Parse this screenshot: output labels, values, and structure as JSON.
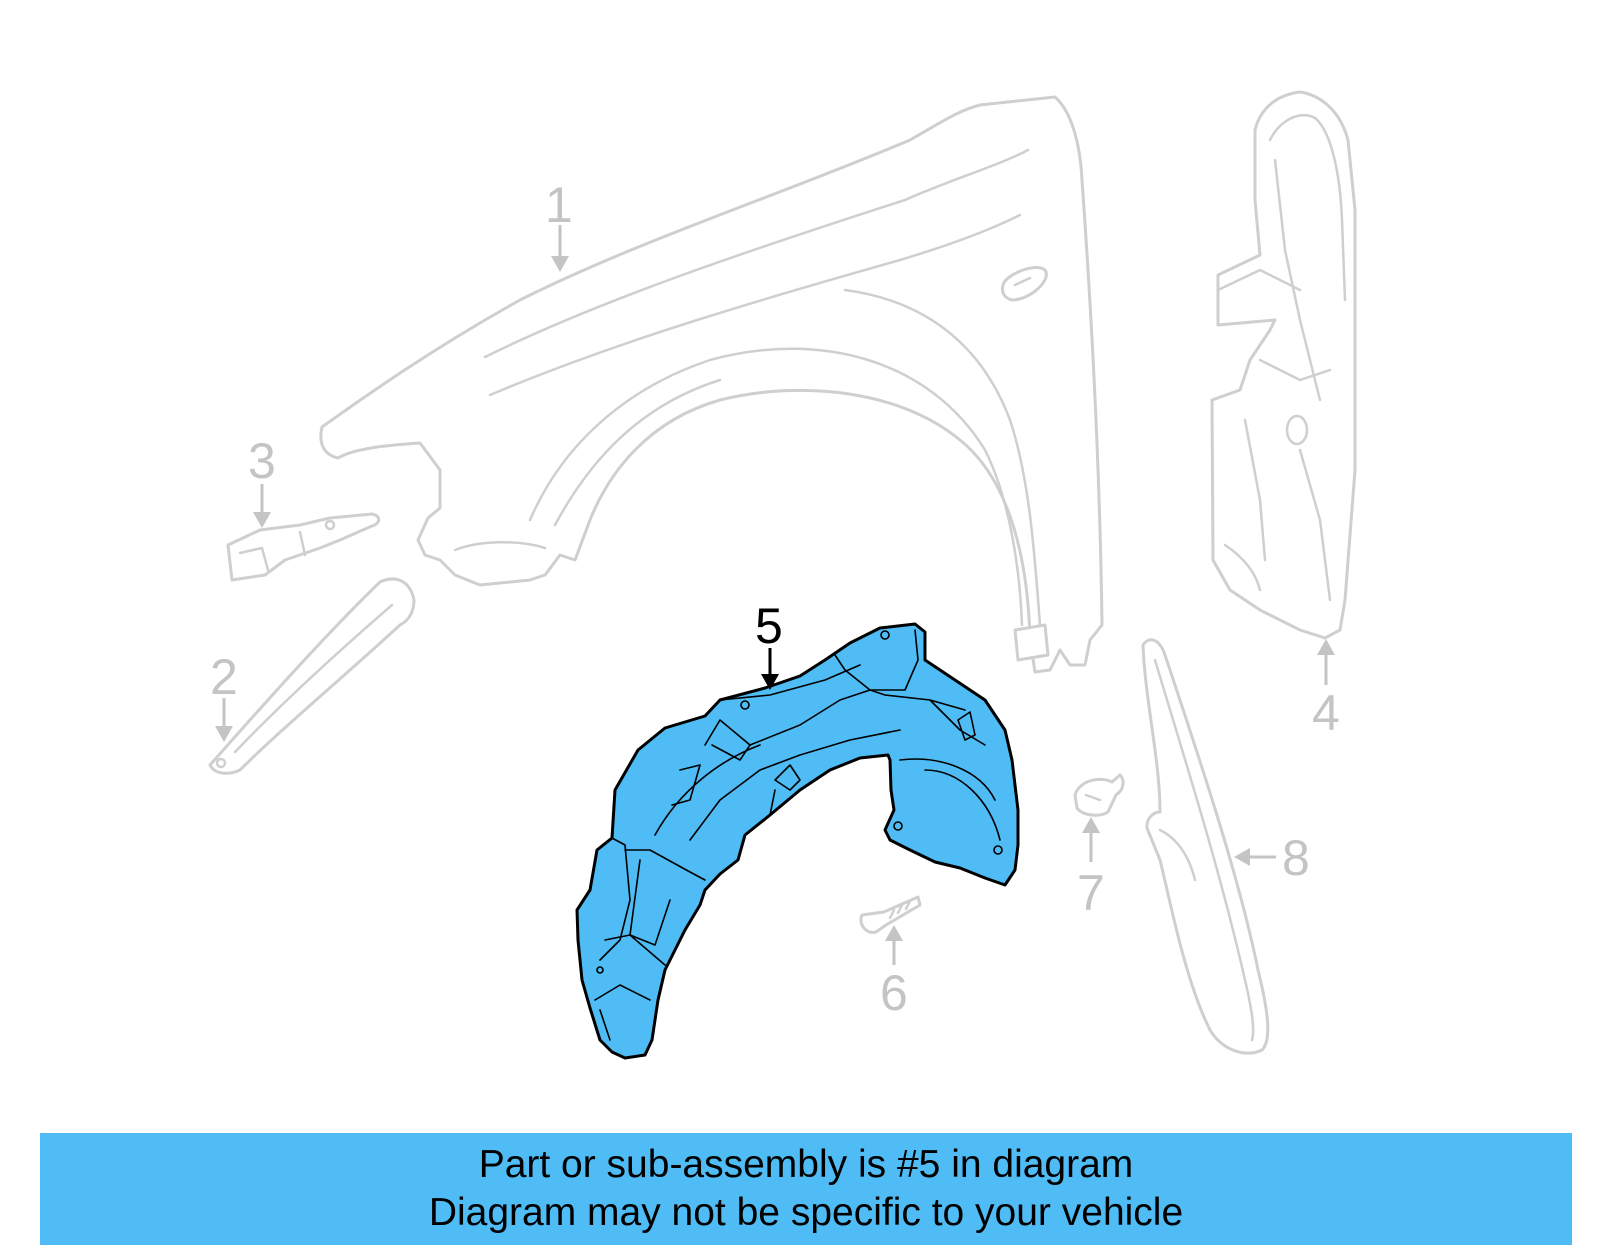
{
  "diagram": {
    "highlight_color": "#4fbcf5",
    "ghost_color": "#cfcfcf",
    "callouts": [
      {
        "id": "1",
        "label": "1",
        "highlighted": false
      },
      {
        "id": "2",
        "label": "2",
        "highlighted": false
      },
      {
        "id": "3",
        "label": "3",
        "highlighted": false
      },
      {
        "id": "4",
        "label": "4",
        "highlighted": false
      },
      {
        "id": "5",
        "label": "5",
        "highlighted": true
      },
      {
        "id": "6",
        "label": "6",
        "highlighted": false
      },
      {
        "id": "7",
        "label": "7",
        "highlighted": false
      },
      {
        "id": "8",
        "label": "8",
        "highlighted": false
      }
    ]
  },
  "banner": {
    "line1": "Part or sub-assembly is #5 in diagram",
    "line2": "Diagram may not be specific to your vehicle",
    "background": "#4fbcf5"
  }
}
